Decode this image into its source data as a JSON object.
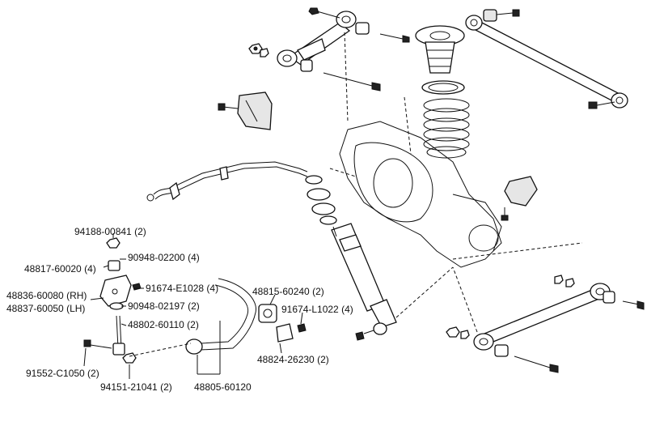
{
  "labels": {
    "p94188": "94188-00841 (2)",
    "p90948a": "90948-02200 (4)",
    "p48817": "48817-60020 (4)",
    "p91674e": "91674-E1028 (4)",
    "p48836": "48836-60080 (RH)",
    "p48837": "48837-60050 (LH)",
    "p90948b": "90948-02197 (2)",
    "p48802": "48802-60110 (2)",
    "p48815": "48815-60240 (2)",
    "p91674l": "91674-L1022 (4)",
    "p48824": "48824-26230 (2)",
    "p91552": "91552-C1050 (2)",
    "p94151": "94151-21041 (2)",
    "p48805": "48805-60120"
  }
}
